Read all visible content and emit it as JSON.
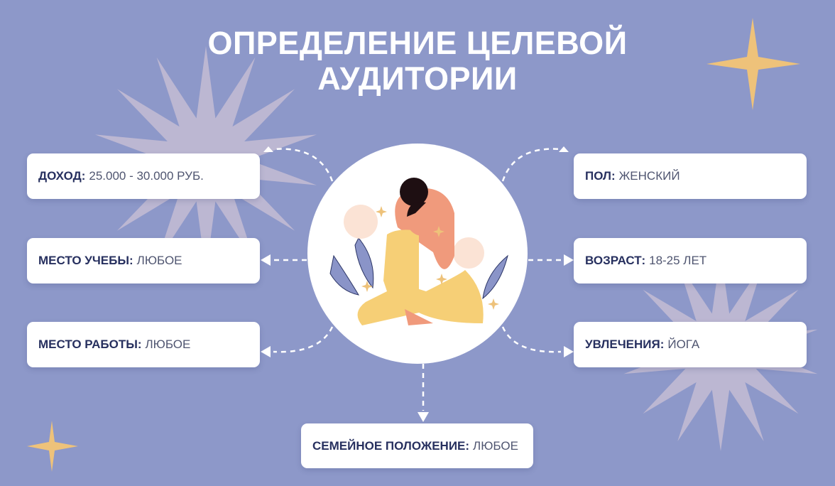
{
  "title": {
    "line1": "ОПРЕДЕЛЕНИЕ ЦЕЛЕВОЙ",
    "line2": "АУДИТОРИИ"
  },
  "cards": {
    "income": {
      "label": "ДОХОД:",
      "value": "25.000 - 30.000 РУБ."
    },
    "study": {
      "label": "МЕСТО УЧЕБЫ:",
      "value": "ЛЮБОЕ"
    },
    "work": {
      "label": "МЕСТО РАБОТЫ:",
      "value": "ЛЮБОЕ"
    },
    "gender": {
      "label": "ПОЛ:",
      "value": "ЖЕНСКИЙ"
    },
    "age": {
      "label": "ВОЗРАСТ:",
      "value": "18-25 ЛЕТ"
    },
    "hobby": {
      "label": "УВЛЕЧЕНИЯ:",
      "value": "ЙОГА"
    },
    "family": {
      "label": "СЕМЕЙНОЕ ПОЛОЖЕНИЕ:",
      "value": "ЛЮБОЕ"
    }
  },
  "colors": {
    "background": "#8d98c9",
    "gold": "#eec27a",
    "label": "#27305f"
  }
}
